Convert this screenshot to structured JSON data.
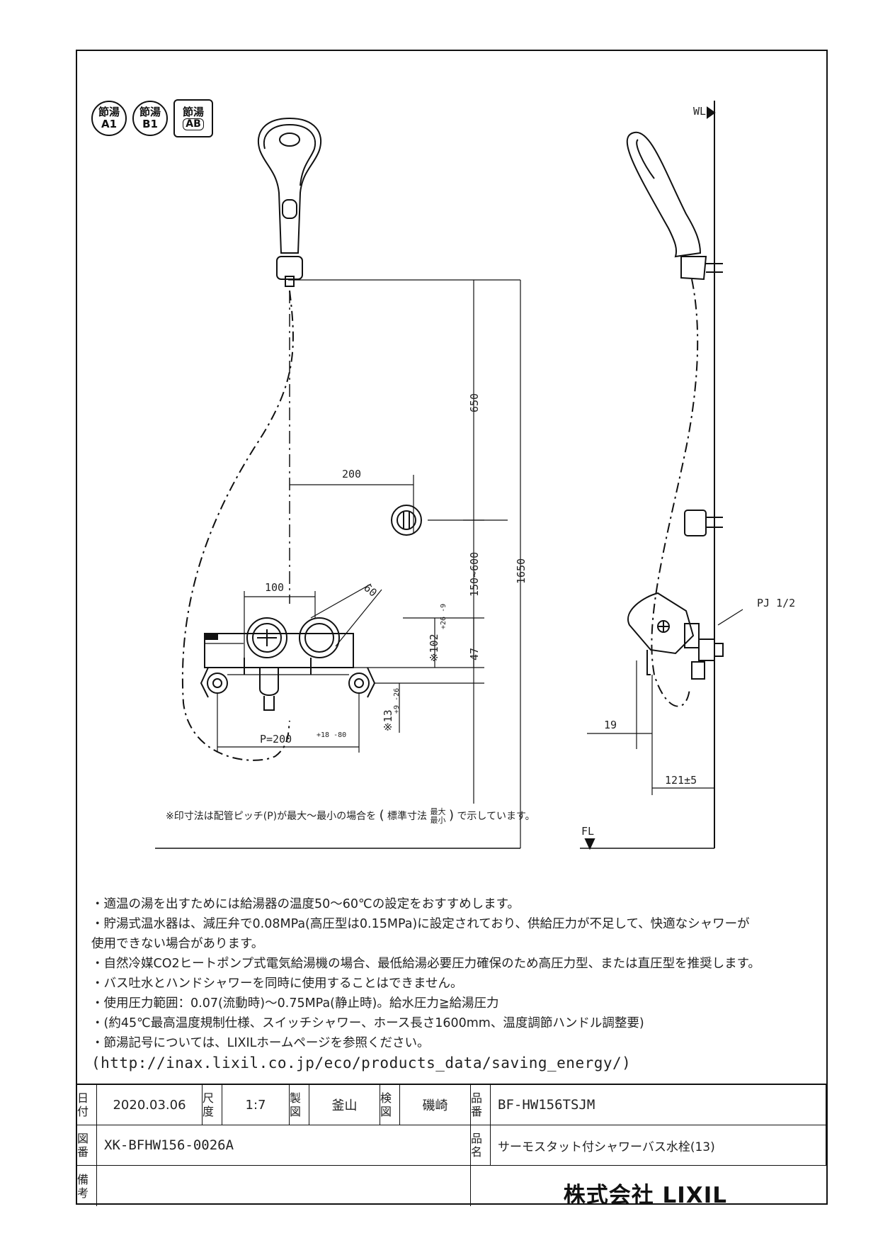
{
  "badges": [
    {
      "line1": "節湯",
      "line2": "A1"
    },
    {
      "line1": "節湯",
      "line2": "B1"
    },
    {
      "line1": "節湯",
      "line2": "AB"
    }
  ],
  "dimensions": {
    "d650": "650",
    "d1650": "1650",
    "d200": "200",
    "d100": "100",
    "d60": "60",
    "d150_600": "150~600",
    "d102": "※102",
    "d102_tol": "+26 -9",
    "d47": "47",
    "d13": "※13",
    "d13_tol": "+9 -26",
    "pitch": "P=200",
    "pitch_tol": "+18 -80",
    "wl": "WL",
    "fl": "FL",
    "pj": "PJ 1/2",
    "d19": "19",
    "d121": "121±5"
  },
  "footnote": {
    "before": "※印寸法は配管ピッチ(P)が最大～最小の場合を",
    "standard": "標準寸法",
    "max": "最大",
    "min": "最小",
    "after": "で示しています。"
  },
  "notes": [
    "・適温の湯を出すためには給湯器の温度50～60℃の設定をおすすめします。",
    "・貯湯式温水器は、減圧弁で0.08MPa(高圧型は0.15MPa)に設定されており、供給圧力が不足して、快適なシャワーが",
    "使用できない場合があります。",
    "・自然冷媒CO2ヒートポンプ式電気給湯機の場合、最低給湯必要圧力確保のため高圧力型、または直圧型を推奨します。",
    "・バス吐水とハンドシャワーを同時に使用することはできません。",
    "・使用圧力範囲：0.07(流動時)～0.75MPa(静止時)。給水圧力≧給湯圧力",
    "・(約45℃最高温度規制仕様、スイッチシャワー、ホース長さ1600mm、温度調節ハンドル調整要)",
    "・節湯記号については、LIXILホームページを参照ください。",
    "(http://inax.lixil.co.jp/eco/products_data/saving_energy/)"
  ],
  "title_block": {
    "date_label": "日付",
    "date": "2020.03.06",
    "scale_label": "尺度",
    "scale": "1:7",
    "drawn_label": "製図",
    "drawn_by": "釜山",
    "checked_label": "検図",
    "checked_by": "磯崎",
    "product_no_label": "品番",
    "product_no": "BF-HW156TSJM",
    "drawing_no_label": "図番",
    "drawing_no": "XK-BFHW156-0026A",
    "product_name_label": "品名",
    "product_name": "サーモスタット付シャワーバス水栓(13)",
    "remarks_label": "備考",
    "company": "株式会社 LIXIL"
  }
}
